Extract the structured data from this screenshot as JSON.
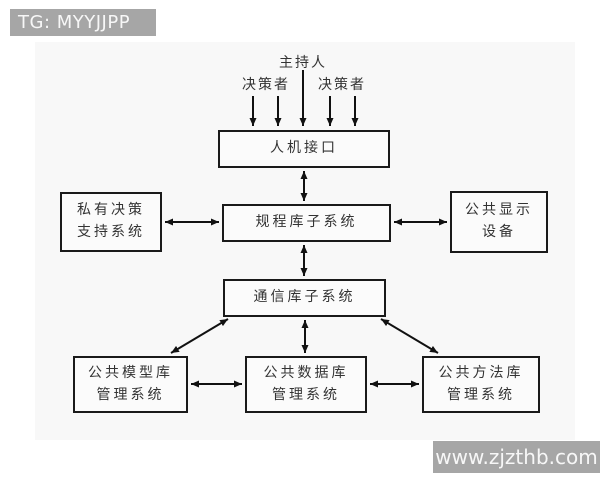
{
  "watermarks": {
    "top_left": "TG: MYYJJPP",
    "bottom_right": "www.zjzthb.com"
  },
  "actors": {
    "moderator": "主持人",
    "decision_maker_left": "决策者",
    "decision_maker_right": "决策者"
  },
  "nodes": {
    "hmi": {
      "label": "人机接口"
    },
    "procedure_subsystem": {
      "label": "规程库子系统"
    },
    "private_dss": {
      "line1": "私有决策",
      "line2": "支持系统"
    },
    "public_display": {
      "line1": "公共显示",
      "line2": "设备"
    },
    "comm_subsystem": {
      "label": "通信库子系统"
    },
    "model_mgmt": {
      "line1": "公共模型库",
      "line2": "管理系统"
    },
    "database_mgmt": {
      "line1": "公共数据库",
      "line2": "管理系统"
    },
    "method_mgmt": {
      "line1": "公共方法库",
      "line2": "管理系统"
    }
  },
  "edges": [
    {
      "from": "moderator",
      "to": "hmi",
      "type": "one-way-down"
    },
    {
      "from": "decision_maker_left",
      "to": "hmi",
      "type": "one-way-down",
      "count": 2
    },
    {
      "from": "decision_maker_right",
      "to": "hmi",
      "type": "one-way-down",
      "count": 2
    },
    {
      "from": "hmi",
      "to": "procedure_subsystem",
      "type": "two-way"
    },
    {
      "from": "private_dss",
      "to": "procedure_subsystem",
      "type": "two-way"
    },
    {
      "from": "procedure_subsystem",
      "to": "public_display",
      "type": "two-way"
    },
    {
      "from": "procedure_subsystem",
      "to": "comm_subsystem",
      "type": "two-way"
    },
    {
      "from": "comm_subsystem",
      "to": "model_mgmt",
      "type": "two-way"
    },
    {
      "from": "comm_subsystem",
      "to": "database_mgmt",
      "type": "two-way"
    },
    {
      "from": "comm_subsystem",
      "to": "method_mgmt",
      "type": "two-way"
    },
    {
      "from": "model_mgmt",
      "to": "database_mgmt",
      "type": "two-way"
    },
    {
      "from": "database_mgmt",
      "to": "method_mgmt",
      "type": "two-way"
    }
  ],
  "colors": {
    "watermark_bg": "#a6a6a6",
    "watermark_text": "#f7f7f7",
    "box_border": "#1a1a1a",
    "diagram_text": "#333333",
    "connector": "#111111"
  }
}
